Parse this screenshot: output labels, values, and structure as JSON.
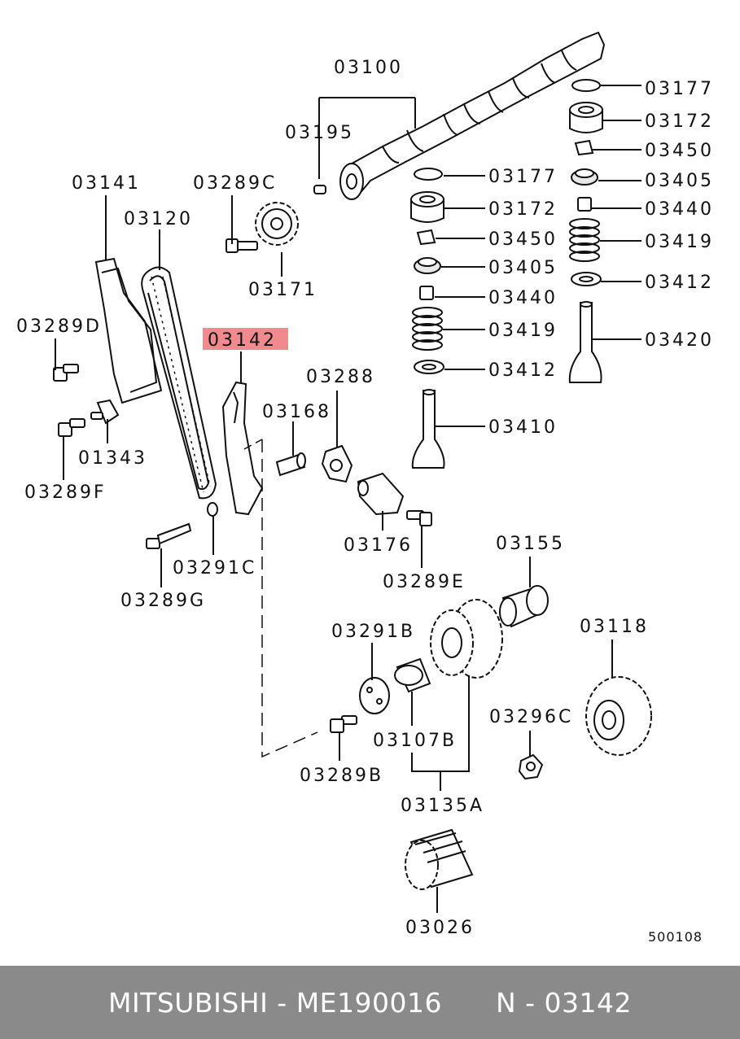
{
  "diagram_id": "500108",
  "highlight_color": "#f08a8f",
  "labels": {
    "p03100": "03100",
    "p03195": "03195",
    "p03177a": "03177",
    "p03172a": "03172",
    "p03450a": "03450",
    "p03405a": "03405",
    "p03440a": "03440",
    "p03419a": "03419",
    "p03412a": "03412",
    "p03410": "03410",
    "p03177b": "03177",
    "p03172b": "03172",
    "p03450b": "03450",
    "p03405b": "03405",
    "p03440b": "03440",
    "p03419b": "03419",
    "p03412b": "03412",
    "p03420": "03420",
    "p03141": "03141",
    "p03120": "03120",
    "p03289C": "03289C",
    "p03171": "03171",
    "p03289D": "03289D",
    "p03142": "03142",
    "p03288": "03288",
    "p03168": "03168",
    "p01343": "01343",
    "p03289F": "03289F",
    "p03291C": "03291C",
    "p03289G": "03289G",
    "p03176": "03176",
    "p03289E": "03289E",
    "p03155": "03155",
    "p03291B": "03291B",
    "p03118": "03118",
    "p03296C": "03296C",
    "p03107B": "03107B",
    "p03289B": "03289B",
    "p03135A": "03135A",
    "p03026": "03026"
  },
  "footer": {
    "brand": "MITSUBISHI",
    "separator": " - ",
    "part_number": "ME190016",
    "ref_prefix": "N - ",
    "ref_number": "03142"
  }
}
